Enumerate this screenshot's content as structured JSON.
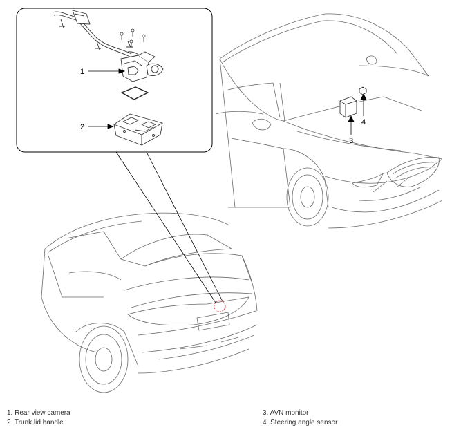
{
  "callouts": {
    "c1": "1",
    "c2": "2",
    "c3": "3",
    "c4": "4"
  },
  "legend": {
    "left": [
      "1. Rear view camera",
      "2. Trunk lid handle"
    ],
    "right": [
      "3. AVN monitor",
      "4. Steering angle sensor"
    ]
  },
  "colors": {
    "line": "#555555",
    "highlight": "#d9363e"
  }
}
